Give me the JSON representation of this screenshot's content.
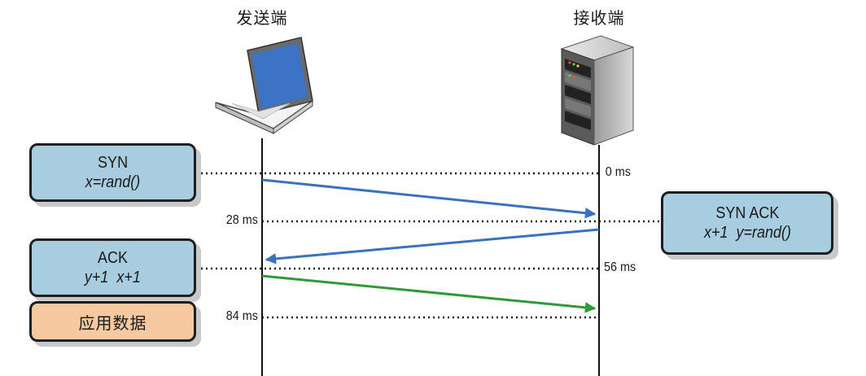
{
  "sender": {
    "title": "发送端"
  },
  "receiver": {
    "title": "接收端"
  },
  "syn_box": {
    "line1": "SYN",
    "line2": "x=rand()"
  },
  "synack_box": {
    "line1": "SYN ACK",
    "line2": "x+1  y=rand()"
  },
  "ack_box": {
    "line1": "ACK",
    "line2": "y+1  x+1"
  },
  "data_box": {
    "label": "应用数据"
  },
  "timestamps": {
    "t0": "0 ms",
    "t28": "28 ms",
    "t56": "56 ms",
    "t84": "84 ms"
  },
  "colors": {
    "syn_arrow": "#3a72c0",
    "synack_arrow": "#3a72c0",
    "ack_arrow": "#2f9a3a",
    "box_blue": "#a9cde0",
    "box_peach": "#f6c9a0"
  }
}
